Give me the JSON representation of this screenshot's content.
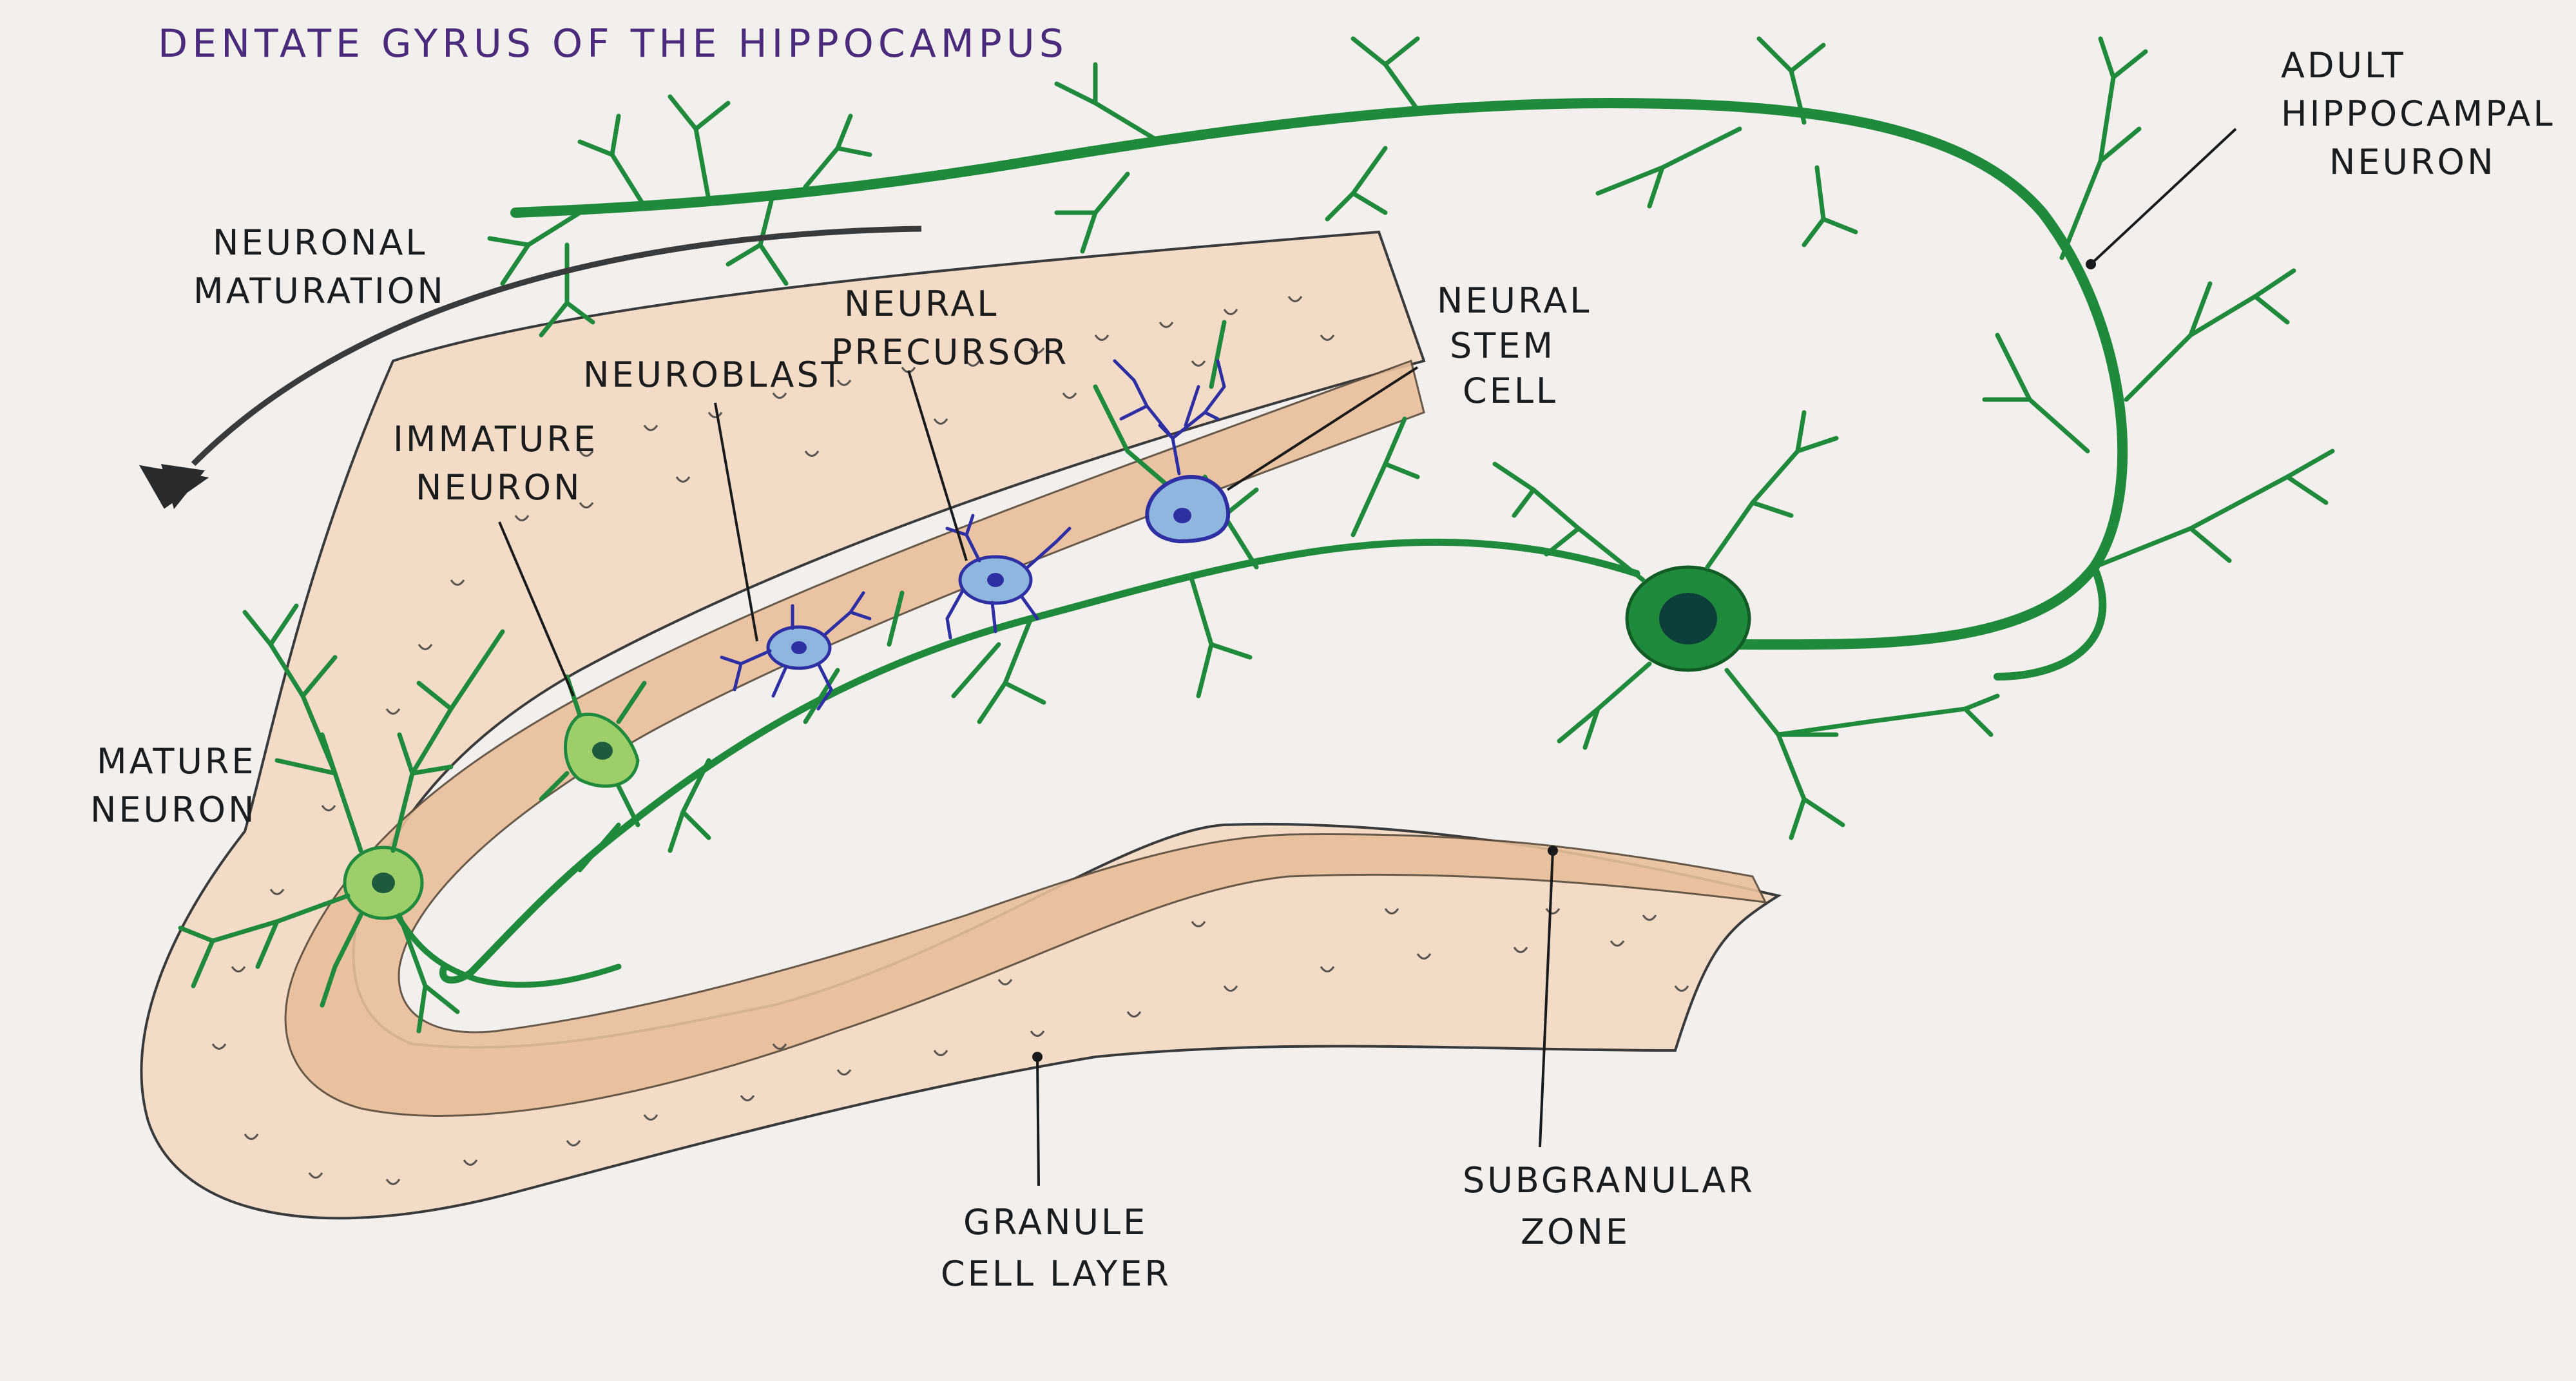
{
  "title": "DENTATE GYRUS OF THE HIPPOCAMPUS",
  "labels": {
    "neuronal_maturation": [
      "NEURONAL",
      "MATURATION"
    ],
    "immature_neuron": [
      "IMMATURE",
      "NEURON"
    ],
    "neuroblast": [
      "NEUROBLAST"
    ],
    "neural_precursor": [
      "NEURAL",
      "PRECURSOR"
    ],
    "neural_stem_cell": [
      "NEURAL",
      "STEM",
      "CELL"
    ],
    "adult_hippocampal_neuron": [
      "ADULT",
      "HIPPOCAMPAL",
      "NEURON"
    ],
    "mature_neuron": [
      "MATURE",
      "NEURON"
    ],
    "granule_cell_layer": [
      "GRANULE",
      "CELL LAYER"
    ],
    "subgranular_zone": [
      "SUBGRANULAR",
      "ZONE"
    ]
  },
  "colors": {
    "background": "#f2efec",
    "granule_layer_fill": "#f3dcc7",
    "subgranular_fill": "#e9bf9a",
    "neuron_green": "#1f8a3c",
    "light_green": "#9ccf6a",
    "progenitor_blue": "#2d2fa3",
    "progenitor_fill": "#8fb6df",
    "title_purple": "#4a2a7a",
    "ink": "#1c1c1c"
  }
}
